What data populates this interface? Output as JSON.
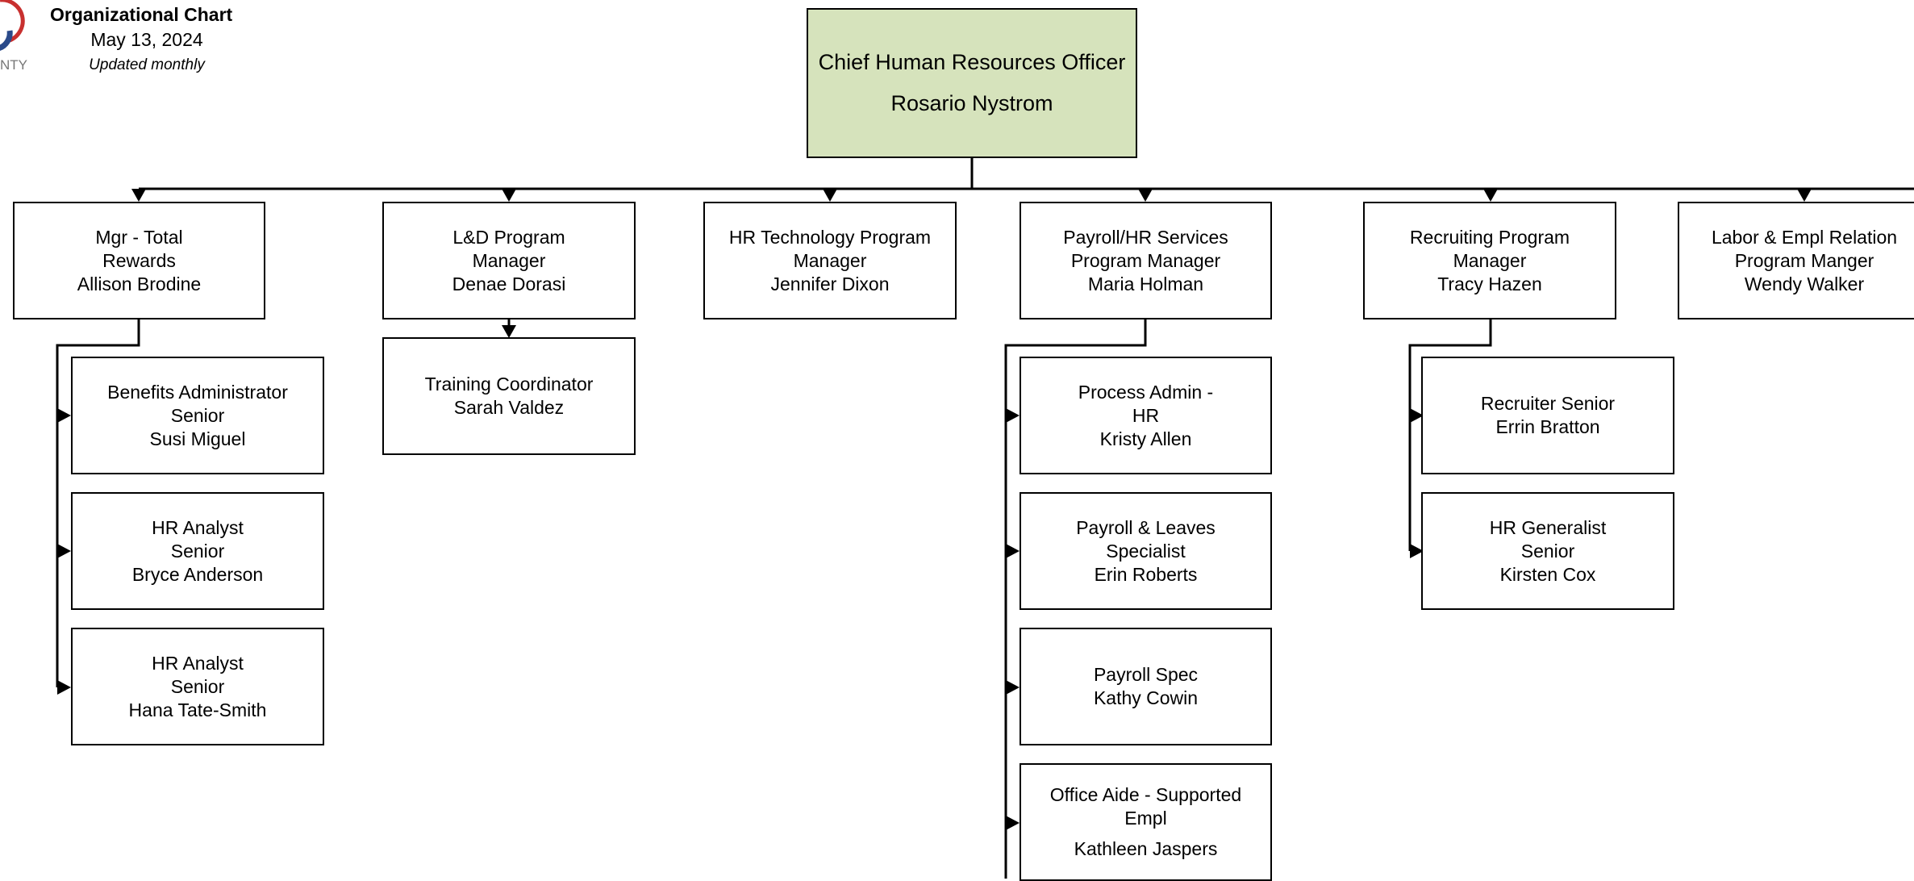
{
  "header": {
    "title": "Organizational Chart",
    "date": "May 13, 2024",
    "note": "Updated monthly",
    "logo_text": "NTY"
  },
  "root": {
    "title": "Chief Human Resources Officer",
    "name": "Rosario Nystrom"
  },
  "managers": [
    {
      "title_lines": [
        "Mgr - Total",
        "Rewards"
      ],
      "name": "Allison Brodine",
      "reports": [
        {
          "lines": [
            "Benefits Administrator",
            "Senior",
            "Susi Miguel"
          ]
        },
        {
          "lines": [
            "HR Analyst",
            "Senior",
            "Bryce Anderson"
          ]
        },
        {
          "lines": [
            "HR Analyst",
            "Senior",
            "Hana Tate-Smith"
          ]
        }
      ]
    },
    {
      "title_lines": [
        "L&D Program",
        "Manager"
      ],
      "name": "Denae Dorasi",
      "reports": [
        {
          "lines": [
            "Training Coordinator",
            "Sarah Valdez"
          ]
        }
      ]
    },
    {
      "title_lines": [
        "HR Technology Program",
        "Manager"
      ],
      "name": "Jennifer Dixon",
      "reports": []
    },
    {
      "title_lines": [
        "Payroll/HR Services",
        "Program Manager"
      ],
      "name": "Maria Holman",
      "reports": [
        {
          "lines": [
            "Process Admin -",
            "HR",
            "Kristy Allen"
          ]
        },
        {
          "lines": [
            "Payroll & Leaves",
            "Specialist",
            "Erin Roberts"
          ]
        },
        {
          "lines": [
            "Payroll Spec",
            "Kathy Cowin"
          ]
        },
        {
          "lines": [
            "Office Aide - Supported",
            "Empl"
          ],
          "name": "Kathleen Jaspers"
        }
      ]
    },
    {
      "title_lines": [
        "Recruiting Program",
        "Manager"
      ],
      "name": "Tracy Hazen",
      "reports": [
        {
          "lines": [
            "Recruiter Senior",
            "Errin Bratton"
          ]
        },
        {
          "lines": [
            "HR Generalist",
            "Senior",
            "Kirsten Cox"
          ]
        }
      ]
    },
    {
      "title_lines": [
        "Labor & Empl Relation",
        "Program Manger"
      ],
      "name": "Wendy Walker",
      "reports": []
    }
  ]
}
